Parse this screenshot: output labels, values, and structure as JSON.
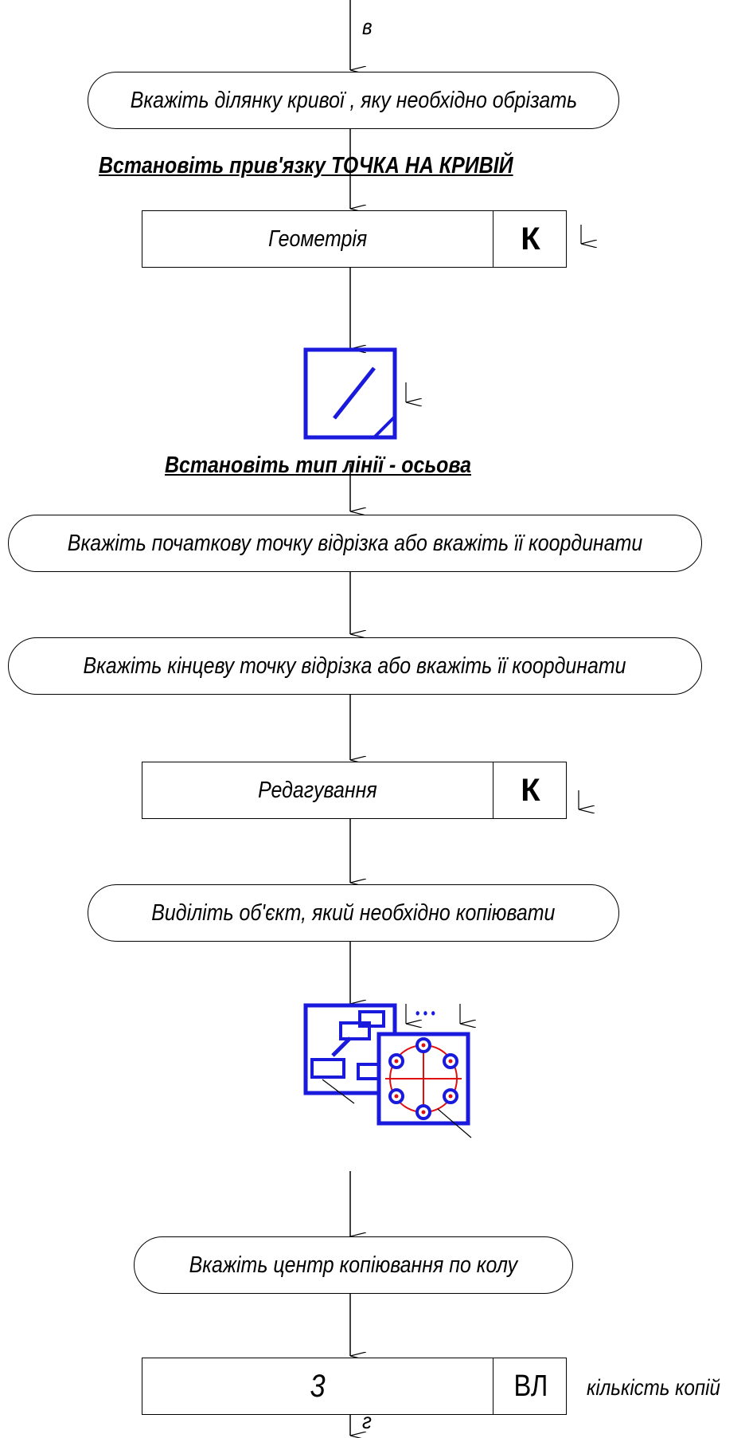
{
  "connectors": {
    "top_label": "в",
    "bottom_label": "г"
  },
  "steps": {
    "select_curve_segment": "Вкажіть ділянку кривої , яку необхідно обрізать",
    "set_snap": "Встановіть прив'язку ТОЧКА НА КРИВІЙ",
    "geometry_menu": "Геометрія",
    "geometry_key": "К",
    "set_line_type": "Встановіть тип лінії  -  осьова",
    "start_point": "Вкажіть початкову точку відрізка або вкажіть її  координати",
    "end_point": "Вкажіть кінцеву точку відрізка або вкажіть її  координати",
    "edit_menu": "Редагування",
    "edit_key": "К",
    "select_object": "Виділіть об'єкт, який необхідно копіювати",
    "copy_center": "Вкажіть центр копіювання по колу",
    "copies_value": "3",
    "copies_key": "ВЛ",
    "copies_note": "кількість копій"
  },
  "icons": {
    "segment_tool": "line-segment-tool-icon",
    "circular_copy_tool": "circular-copy-tool-icon",
    "dots": "• • •"
  },
  "colors": {
    "line": "#000000",
    "icon_blue": "#1a1adc",
    "icon_red": "#e01010"
  }
}
